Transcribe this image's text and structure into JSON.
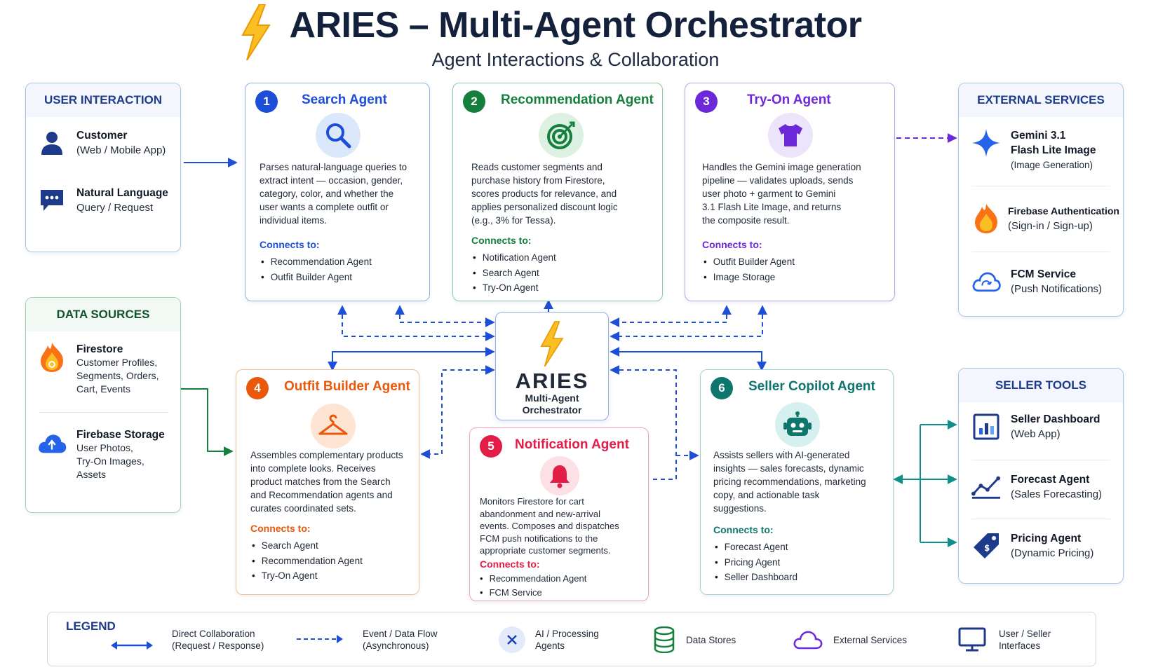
{
  "header": {
    "title": "ARIES – Multi-Agent Orchestrator",
    "subtitle": "Agent Interactions & Collaboration"
  },
  "colors": {
    "navy": "#14213d",
    "blue": "#1d4ed8",
    "green": "#15803d",
    "purple": "#6d28d9",
    "orange": "#ea580c",
    "red": "#e11d48",
    "teal": "#0f766e"
  },
  "user_interaction": {
    "title": "USER INTERACTION",
    "items": [
      {
        "icon": "user-icon",
        "title": "Customer",
        "subtitle": "(Web / Mobile App)"
      },
      {
        "icon": "chat-icon",
        "title": "Natural Language",
        "subtitle": "Query / Request"
      }
    ]
  },
  "data_sources": {
    "title": "DATA SOURCES",
    "items": [
      {
        "icon": "firestore-icon",
        "title": "Firestore",
        "lines": [
          "Customer Profiles,",
          "Segments, Orders,",
          "Cart, Events"
        ]
      },
      {
        "icon": "cloud-storage-icon",
        "title": "Firebase Storage",
        "lines": [
          "User Photos,",
          "Try-On Images,",
          "Assets"
        ]
      }
    ]
  },
  "external_services": {
    "title": "EXTERNAL SERVICES",
    "items": [
      {
        "icon": "gemini-sparkle-icon",
        "title_lines": [
          "Gemini 3.1",
          "Flash Lite Image"
        ],
        "subtitle": "(Image Generation)"
      },
      {
        "icon": "firebase-flame-icon",
        "title": "Firebase Authentication",
        "subtitle": "(Sign-in / Sign-up)"
      },
      {
        "icon": "cloud-sync-icon",
        "title": "FCM Service",
        "subtitle": "(Push Notifications)"
      }
    ]
  },
  "seller_tools": {
    "title": "SELLER TOOLS",
    "items": [
      {
        "icon": "dashboard-icon",
        "title": "Seller Dashboard",
        "subtitle": "(Web App)"
      },
      {
        "icon": "trend-line-icon",
        "title": "Forecast Agent",
        "subtitle": "(Sales Forecasting)"
      },
      {
        "icon": "price-tag-icon",
        "title": "Pricing Agent",
        "subtitle": "(Dynamic Pricing)"
      }
    ]
  },
  "orchestrator": {
    "name": "ARIES",
    "subtitle_lines": [
      "Multi-Agent",
      "Orchestrator"
    ]
  },
  "agents": [
    {
      "number": "1",
      "name": "Search Agent",
      "icon": "magnifier-icon",
      "desc": [
        "Parses natural-language queries to",
        "extract intent — occasion, gender,",
        "category, color, and whether the",
        "user wants a complete outfit or",
        "individual items."
      ],
      "connects_label": "Connects to:",
      "connects": [
        "Recommendation Agent",
        "Outfit Builder Agent"
      ]
    },
    {
      "number": "2",
      "name": "Recommendation Agent",
      "icon": "target-icon",
      "desc": [
        "Reads customer segments and",
        "purchase history from Firestore,",
        "scores products for relevance, and",
        "applies personalized discount logic",
        "(e.g., 3% for Tessa)."
      ],
      "connects_label": "Connects to:",
      "connects": [
        "Notification Agent",
        "Search Agent",
        "Try-On Agent"
      ]
    },
    {
      "number": "3",
      "name": "Try-On Agent",
      "icon": "tshirt-icon",
      "desc": [
        "Handles the Gemini image generation",
        "pipeline — validates uploads, sends",
        "user photo + garment to Gemini",
        "3.1 Flash Lite Image, and returns",
        "the composite result."
      ],
      "connects_label": "Connects to:",
      "connects": [
        "Outfit Builder Agent",
        "Image Storage"
      ]
    },
    {
      "number": "4",
      "name": "Outfit Builder Agent",
      "icon": "hanger-icon",
      "desc": [
        "Assembles complementary products",
        "into complete looks. Receives",
        "product matches from the Search",
        "and Recommendation agents and",
        "curates coordinated sets."
      ],
      "connects_label": "Connects to:",
      "connects": [
        "Search Agent",
        "Recommendation Agent",
        "Try-On Agent"
      ]
    },
    {
      "number": "5",
      "name": "Notification Agent",
      "icon": "bell-icon",
      "desc": [
        "Monitors Firestore for cart",
        "abandonment and new-arrival",
        "events. Composes and dispatches",
        "FCM push notifications to the",
        "appropriate customer segments."
      ],
      "connects_label": "Connects to:",
      "connects": [
        "Recommendation Agent",
        "FCM Service"
      ]
    },
    {
      "number": "6",
      "name": "Seller Copilot Agent",
      "icon": "robot-icon",
      "desc": [
        "Assists sellers with AI-generated",
        "insights — sales forecasts, dynamic",
        "pricing recommendations, marketing",
        "copy, and actionable task",
        "suggestions."
      ],
      "connects_label": "Connects to:",
      "connects": [
        "Forecast Agent",
        "Pricing Agent",
        "Seller Dashboard"
      ]
    }
  ],
  "legend": {
    "title": "LEGEND",
    "items": [
      {
        "icon": "double-arrow-icon",
        "lines": [
          "Direct Collaboration",
          "(Request / Response)"
        ]
      },
      {
        "icon": "dashed-arrow-icon",
        "lines": [
          "Event / Data Flow",
          "(Asynchronous)"
        ]
      },
      {
        "icon": "ai-x-icon",
        "lines": [
          "AI / Processing",
          "Agents"
        ]
      },
      {
        "icon": "database-icon",
        "lines": [
          "Data Stores"
        ]
      },
      {
        "icon": "cloud-icon",
        "lines": [
          "External Services"
        ]
      },
      {
        "icon": "monitor-icon",
        "lines": [
          "User / Seller",
          "Interfaces"
        ]
      }
    ]
  }
}
